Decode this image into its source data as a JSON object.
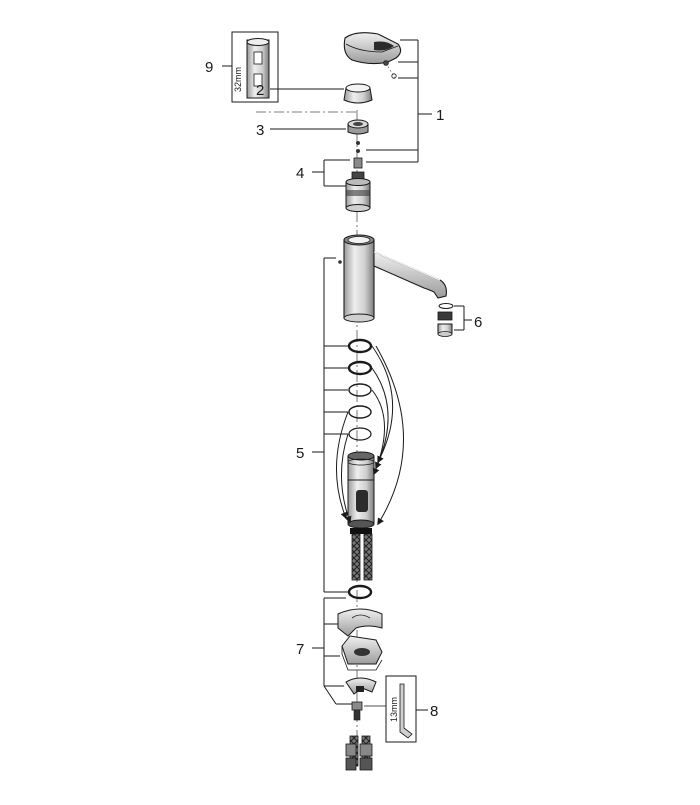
{
  "callouts": {
    "c1": "1",
    "c2": "2",
    "c3": "3",
    "c4": "4",
    "c5": "5",
    "c6": "6",
    "c7": "7",
    "c8": "8",
    "c9": "9"
  },
  "dimensions": {
    "tool_9_width": "32mm",
    "tool_8_width": "13mm"
  },
  "colors": {
    "line": "#1a1a1a",
    "part_fill": "#d6d6d6",
    "part_shade": "#8a8a8a",
    "dark": "#333333",
    "background": "#ffffff"
  }
}
